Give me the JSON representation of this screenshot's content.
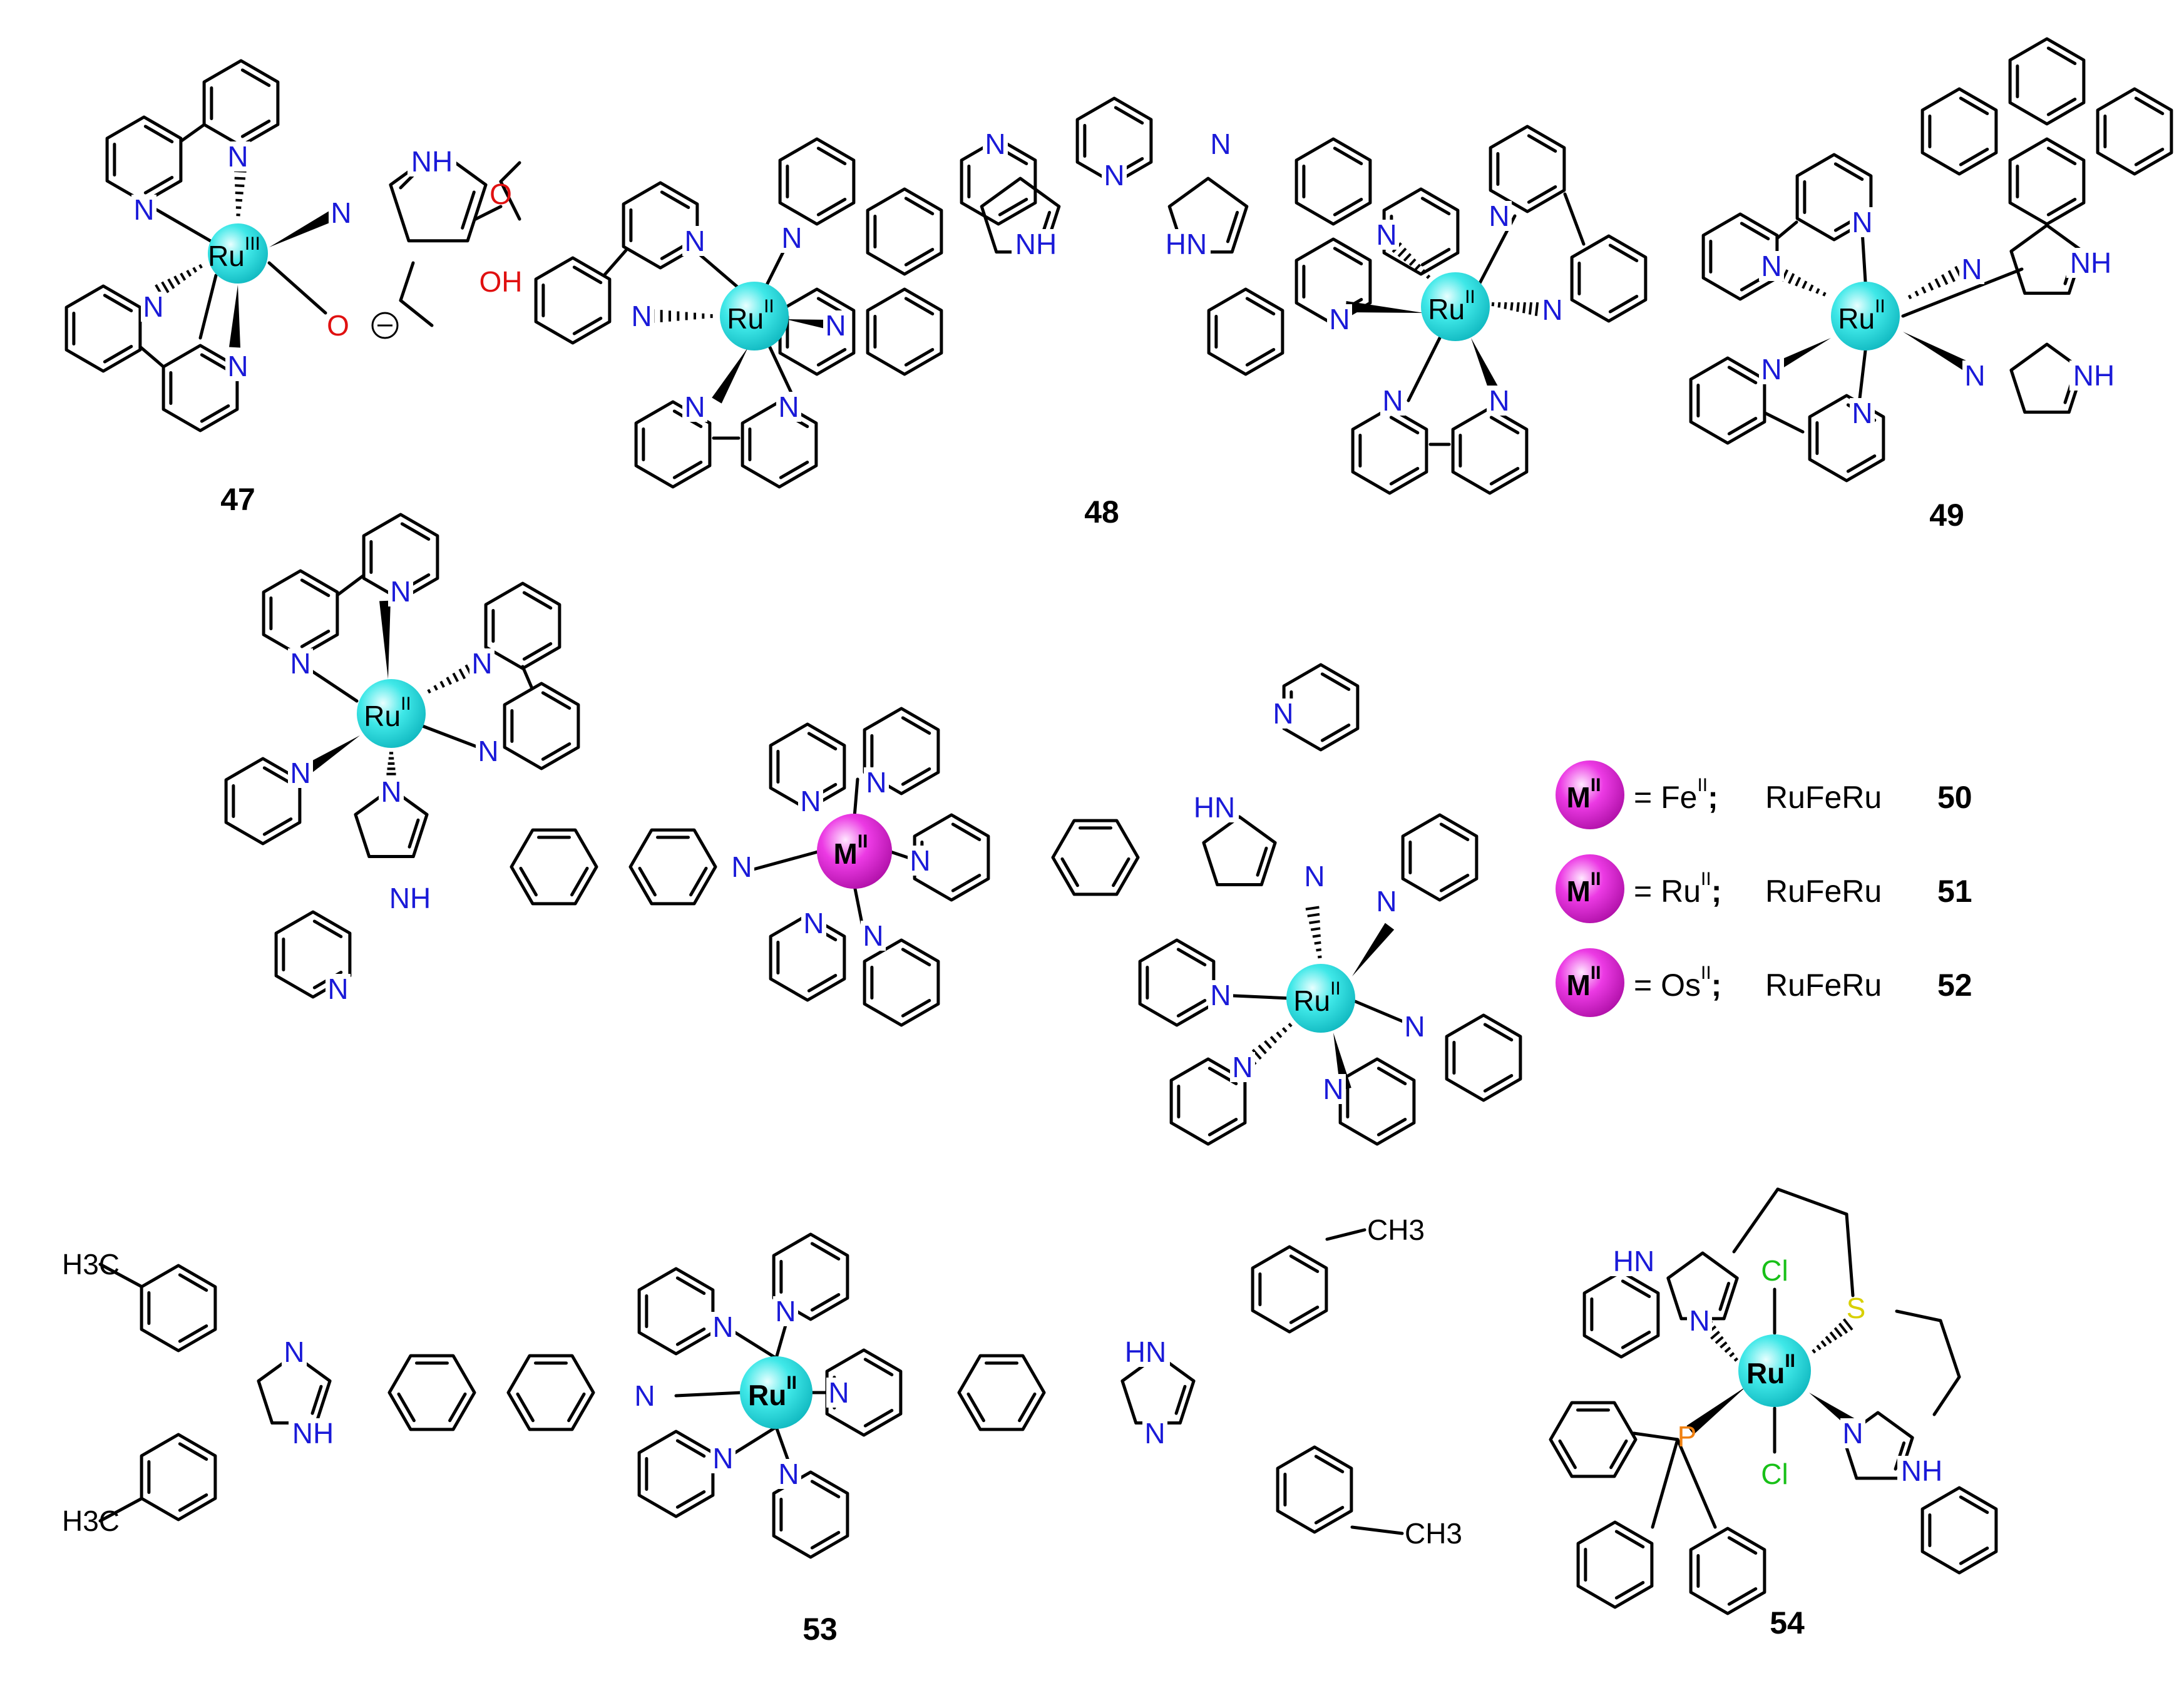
{
  "compound_ids": {
    "c47": "47",
    "c48": "48",
    "c49": "49",
    "c50": "50",
    "c51": "51",
    "c52": "52",
    "c53": "53",
    "c54": "54"
  },
  "atoms": {
    "N": "N",
    "NH": "NH",
    "HN": "HN",
    "O": "O",
    "OH": "OH",
    "COOH_O": "O",
    "Cl": "Cl",
    "S": "S",
    "P": "P",
    "Ru": "Ru",
    "M": "M",
    "H3C": "H3C",
    "CH3": "CH3"
  },
  "ox_states": {
    "II": "II",
    "III": "III"
  },
  "charge": "⊖",
  "legend": [
    {
      "metal": "M",
      "sup": "II",
      "equals": "= Fe",
      "eq_sup": "II",
      "sep": ";",
      "name": "RuFeRu",
      "id": "50"
    },
    {
      "metal": "M",
      "sup": "II",
      "equals": "= Ru",
      "eq_sup": "II",
      "sep": ";",
      "name": "RuFeRu",
      "id": "51"
    },
    {
      "metal": "M",
      "sup": "II",
      "equals": "= Os",
      "eq_sup": "II",
      "sep": ";",
      "name": "RuFeRu",
      "id": "52"
    }
  ],
  "colors": {
    "ru_sphere": "#35e0e0",
    "m_sphere": "#e020d8",
    "nitrogen": "#1a1ad8",
    "oxygen": "#e01010",
    "chlorine": "#18c018",
    "sulfur": "#d8d000",
    "phosphorus": "#f08010",
    "bond": "#000000"
  }
}
